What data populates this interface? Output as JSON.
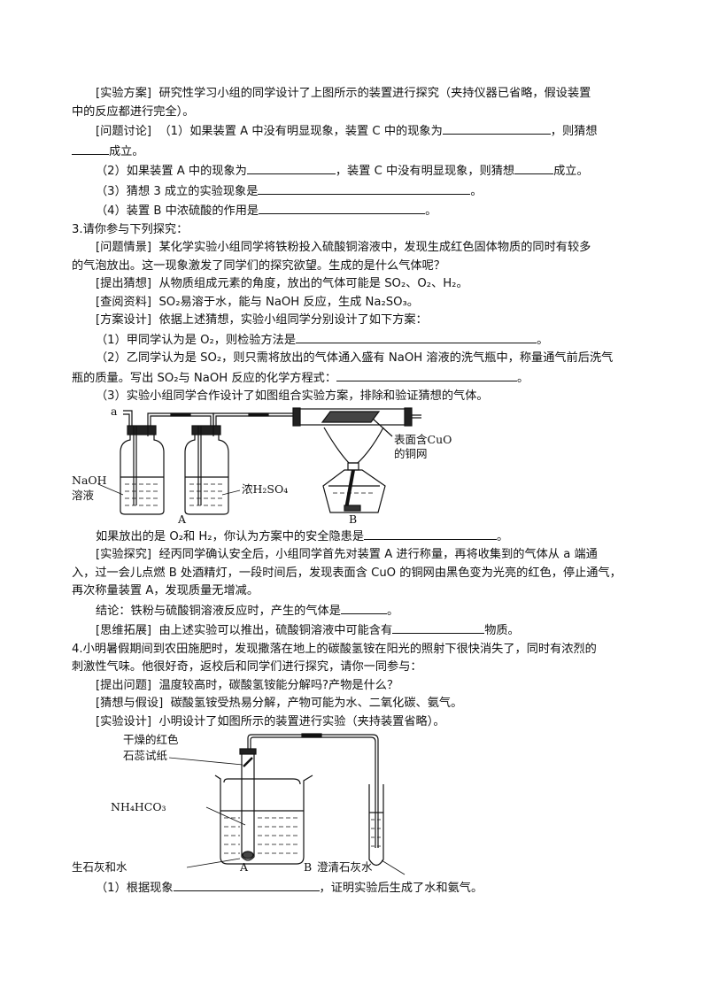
{
  "section2": {
    "plan_tag": "[实验方案]",
    "plan_text_1": "研究性学习小组的同学设计了上图所示的装置进行探究（夹持仪器已省略，假设装置",
    "plan_text_2": "中的反应都进行完全）。",
    "discussion_tag": "[问题讨论]",
    "q1_a": "（1）如果装置 A 中没有明显现象，装置 C 中的现象为",
    "q1_b": "，则猜想",
    "q1_c": "成立。",
    "q2_a": "（2）如果装置 A 中的现象为",
    "q2_b": "，装置 C 中没有明显现象，则猜想",
    "q2_c": "成立。",
    "q3_a": "（3）猜想 3 成立的实验现象是",
    "q3_end": "。",
    "q4_a": "（4）装置 B 中浓硫酸的作用是",
    "q4_end": "。"
  },
  "section3": {
    "heading": "3.请你参与下列探究：",
    "scenario_tag": "[问题情景]",
    "scenario_1": "某化学实验小组同学将铁粉投入硫酸铜溶液中，发现生成红色固体物质的同时有较多",
    "scenario_2": "的气泡放出。这一现象激发了同学们的探究欲望。生成的是什么气体呢？",
    "hyp_tag": "[提出猜想]",
    "hyp_text": "从物质组成元素的角度，放出的气体可能是 SO₂、O₂、H₂。",
    "ref_tag": "[查阅资料]",
    "ref_text": "SO₂易溶于水，能与 NaOH 反应，生成 Na₂SO₃。",
    "design_tag": "[方案设计]",
    "design_text": "依据上述猜想，实验小组同学分别设计了如下方案：",
    "d1_a": "（1）甲同学认为是 O₂，则检验方法是",
    "d1_end": "。",
    "d2_a": "（2）乙同学认为是 SO₂，则只需将放出的气体通入盛有 NaOH 溶液的洗气瓶中，称量通气前后洗气",
    "d2_b": "瓶的质量。写出 SO₂与 NaOH 反应的化学方程式：",
    "d2_end": "。",
    "d3": "（3）实验小组同学合作设计了如图组合实验方案，排除和验证猜想的气体。",
    "figure": {
      "inlet_label": "a",
      "naoh_label_1": "NaOH",
      "naoh_label_2": "溶液",
      "h2so4_label": "浓H₂SO₄",
      "cuo_label_1": "表面含CuO",
      "cuo_label_2": "的铜网",
      "label_A": "A",
      "label_B": "B"
    },
    "safety_a": "如果放出的是 O₂和 H₂，你认为方案中的安全隐患是",
    "safety_end": "。",
    "explore_tag": "[实验探究]",
    "explore_1": "经丙同学确认安全后，小组同学首先对装置 A 进行称量，再将收集到的气体从 a 端通",
    "explore_2": "入，过一会儿点燃 B 处酒精灯，一段时间后，发现表面含 CuO 的铜网由黑色变为光亮的红色，停止通气，",
    "explore_3": "再次称量装置 A，发现质量无增减。",
    "conclusion_a": "结论：铁粉与硫酸铜溶液反应时，产生的气体是",
    "conclusion_end": "。",
    "extend_tag": "[思维拓展]",
    "extend_a": "由上述实验可以推出，硫酸铜溶液中可能含有",
    "extend_end": "物质。"
  },
  "section4": {
    "heading_1": "4.小明暑假期间到农田施肥时，发现撒落在地上的碳酸氢铵在阳光的照射下很快消失了，同时有浓烈的",
    "heading_2": "刺激性气味。他很好奇，返校后和同学们进行探究，请你一同参与：",
    "question_tag": "[提出问题]",
    "question_text": "温度较高时，碳酸氢铵能分解吗?产物是什么？",
    "hyp_tag": "[猜想与假设]",
    "hyp_text": "碳酸氢铵受热易分解，产物可能为水、二氧化碳、氨气。",
    "design_tag": "[实验设计]",
    "design_text": "小明设计了如图所示的装置进行实验（夹持装置省略）。",
    "figure": {
      "litmus_label_1": "干燥的红色",
      "litmus_label_2": "石蕊试纸",
      "nh4hco3_label": "NH₄HCO₃",
      "lime_label": "生石灰和水",
      "limewater_label": "澄清石灰水",
      "label_A": "A",
      "label_B": "B"
    },
    "q1_a": "（1）根据现象",
    "q1_b": "，证明实验后生成了水和氨气。"
  }
}
